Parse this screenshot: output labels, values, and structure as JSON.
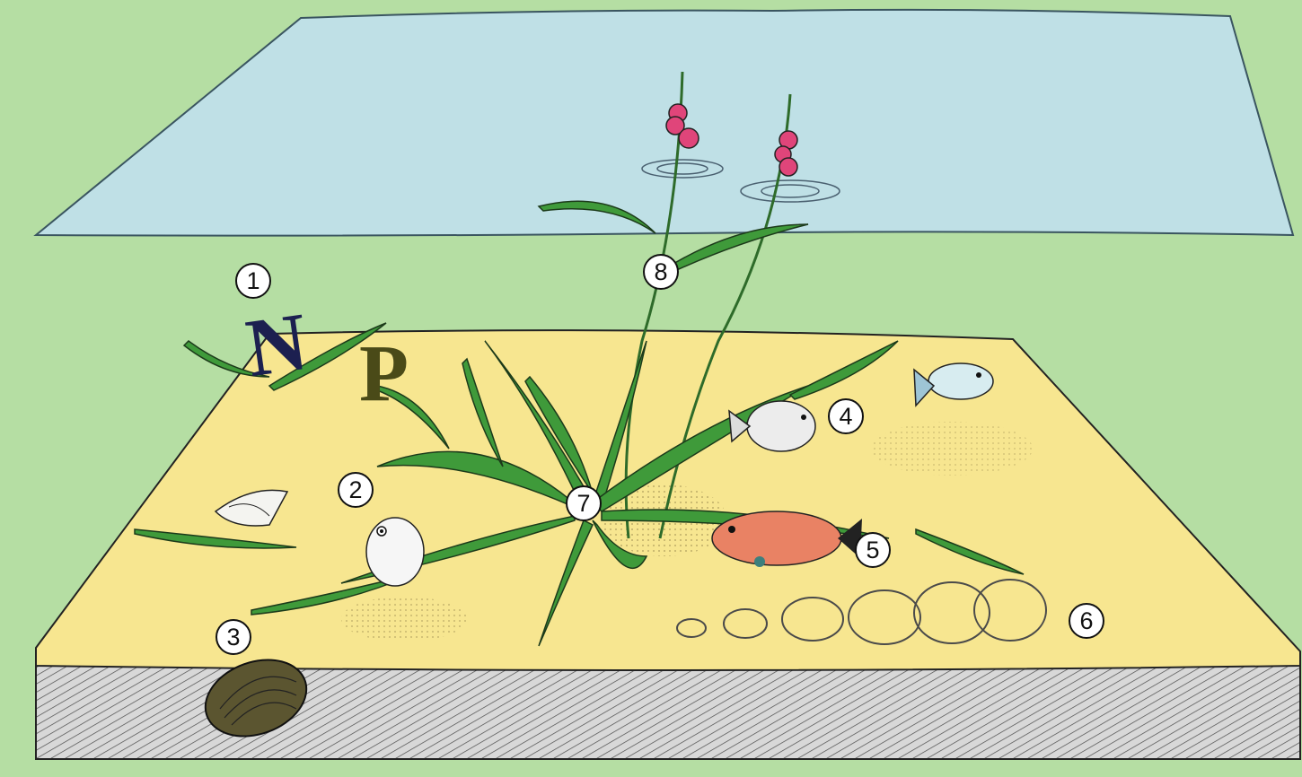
{
  "diagram": {
    "colors": {
      "background": "#b5dea3",
      "water": "#bfe0e6",
      "sediment": "#f7e690",
      "substrate": "#cfcfcf",
      "plant": "#3f9a3a",
      "flower": "#e0457a"
    },
    "nutrient_letters": {
      "n": "N",
      "p": "P"
    },
    "markers": [
      {
        "id": "m1",
        "label": "1"
      },
      {
        "id": "m2",
        "label": "2"
      },
      {
        "id": "m3",
        "label": "3"
      },
      {
        "id": "m4",
        "label": "4"
      },
      {
        "id": "m5",
        "label": "5"
      },
      {
        "id": "m6",
        "label": "6"
      },
      {
        "id": "m7",
        "label": "7"
      },
      {
        "id": "m8",
        "label": "8"
      }
    ]
  }
}
